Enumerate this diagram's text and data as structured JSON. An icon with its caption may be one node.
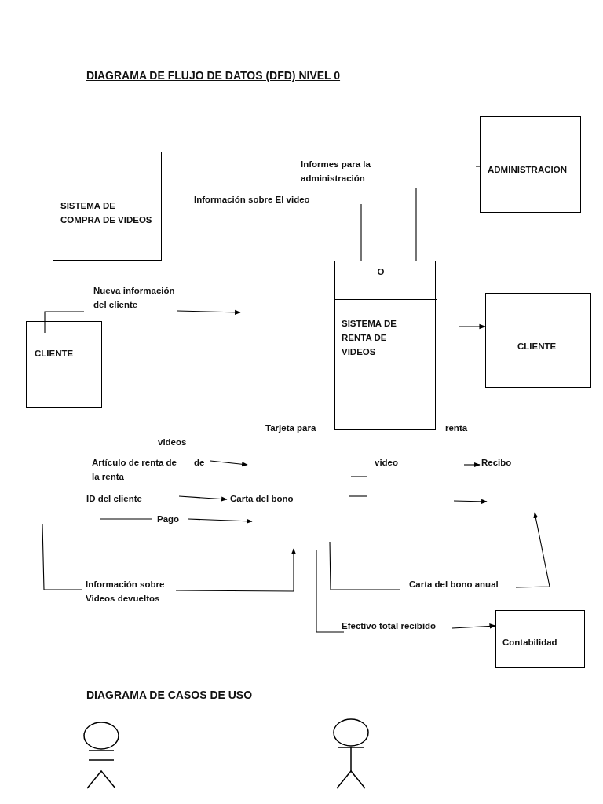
{
  "diagram": {
    "title": "DIAGRAMA DE FLUJO DE DATOS (DFD) NIVEL 0",
    "nodes": [
      {
        "text": [
          "SISTEMA DE COMPRA DE VIDEOS"
        ]
      },
      {
        "text": [
          "ADMINISTRACION"
        ]
      },
      {
        "text": [
          "CLIENTE"
        ]
      },
      {
        "text": [
          "O",
          "SISTEMA DE RENTA DE VIDEOS"
        ]
      },
      {
        "text": [
          "CLIENTE"
        ]
      },
      {
        "text": [
          "Contabilidad"
        ]
      },
      {
        "text": [],
        "shape": "person"
      },
      {
        "text": [],
        "shape": "person"
      }
    ],
    "edges": [
      {
        "from": null,
        "to": 4,
        "arrow": "to"
      },
      {
        "from": null,
        "to": 5,
        "arrow": "to"
      }
    ],
    "labels": [
      "Informes para la administración",
      "Información sobre El video",
      "Nueva información del cliente",
      "Tarjeta para",
      "renta",
      "videos",
      "Artículo de renta de la renta",
      "de",
      "video",
      "Recibo",
      "ID del cliente",
      "Carta del bono",
      "Pago",
      "Información sobre Videos devueltos",
      "Carta del bono anual",
      "Efectivo total recibido",
      "DIAGRAMA DE CASOS DE USO"
    ]
  }
}
